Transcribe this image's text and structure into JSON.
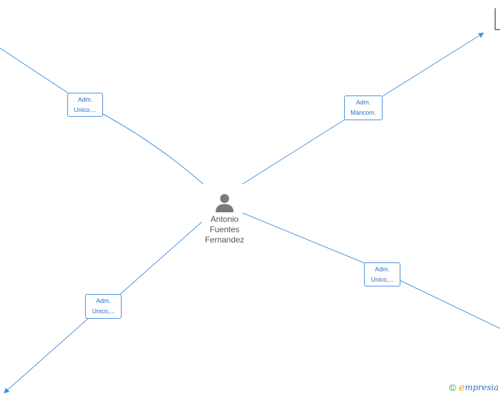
{
  "center_node": {
    "name_lines": [
      "Antonio",
      "Fuentes",
      "Fernandez"
    ],
    "icon": "person-icon"
  },
  "edges": [
    {
      "id": "top-left",
      "label_lines": [
        "Adm.",
        "Unico,..."
      ]
    },
    {
      "id": "top-right",
      "label_lines": [
        "Adm.",
        "Mancom."
      ]
    },
    {
      "id": "bottom-right",
      "label_lines": [
        "Adm.",
        "Unico,..."
      ]
    },
    {
      "id": "bottom-left",
      "label_lines": [
        "Adm.",
        "Unico,..."
      ]
    }
  ],
  "footer": {
    "copyright_symbol": "©",
    "brand_initial": "e",
    "brand_rest": "mpresia"
  },
  "colors": {
    "edge": "#4a90d9",
    "label_text": "#2a6fc4",
    "node": "#7a7a7a"
  }
}
